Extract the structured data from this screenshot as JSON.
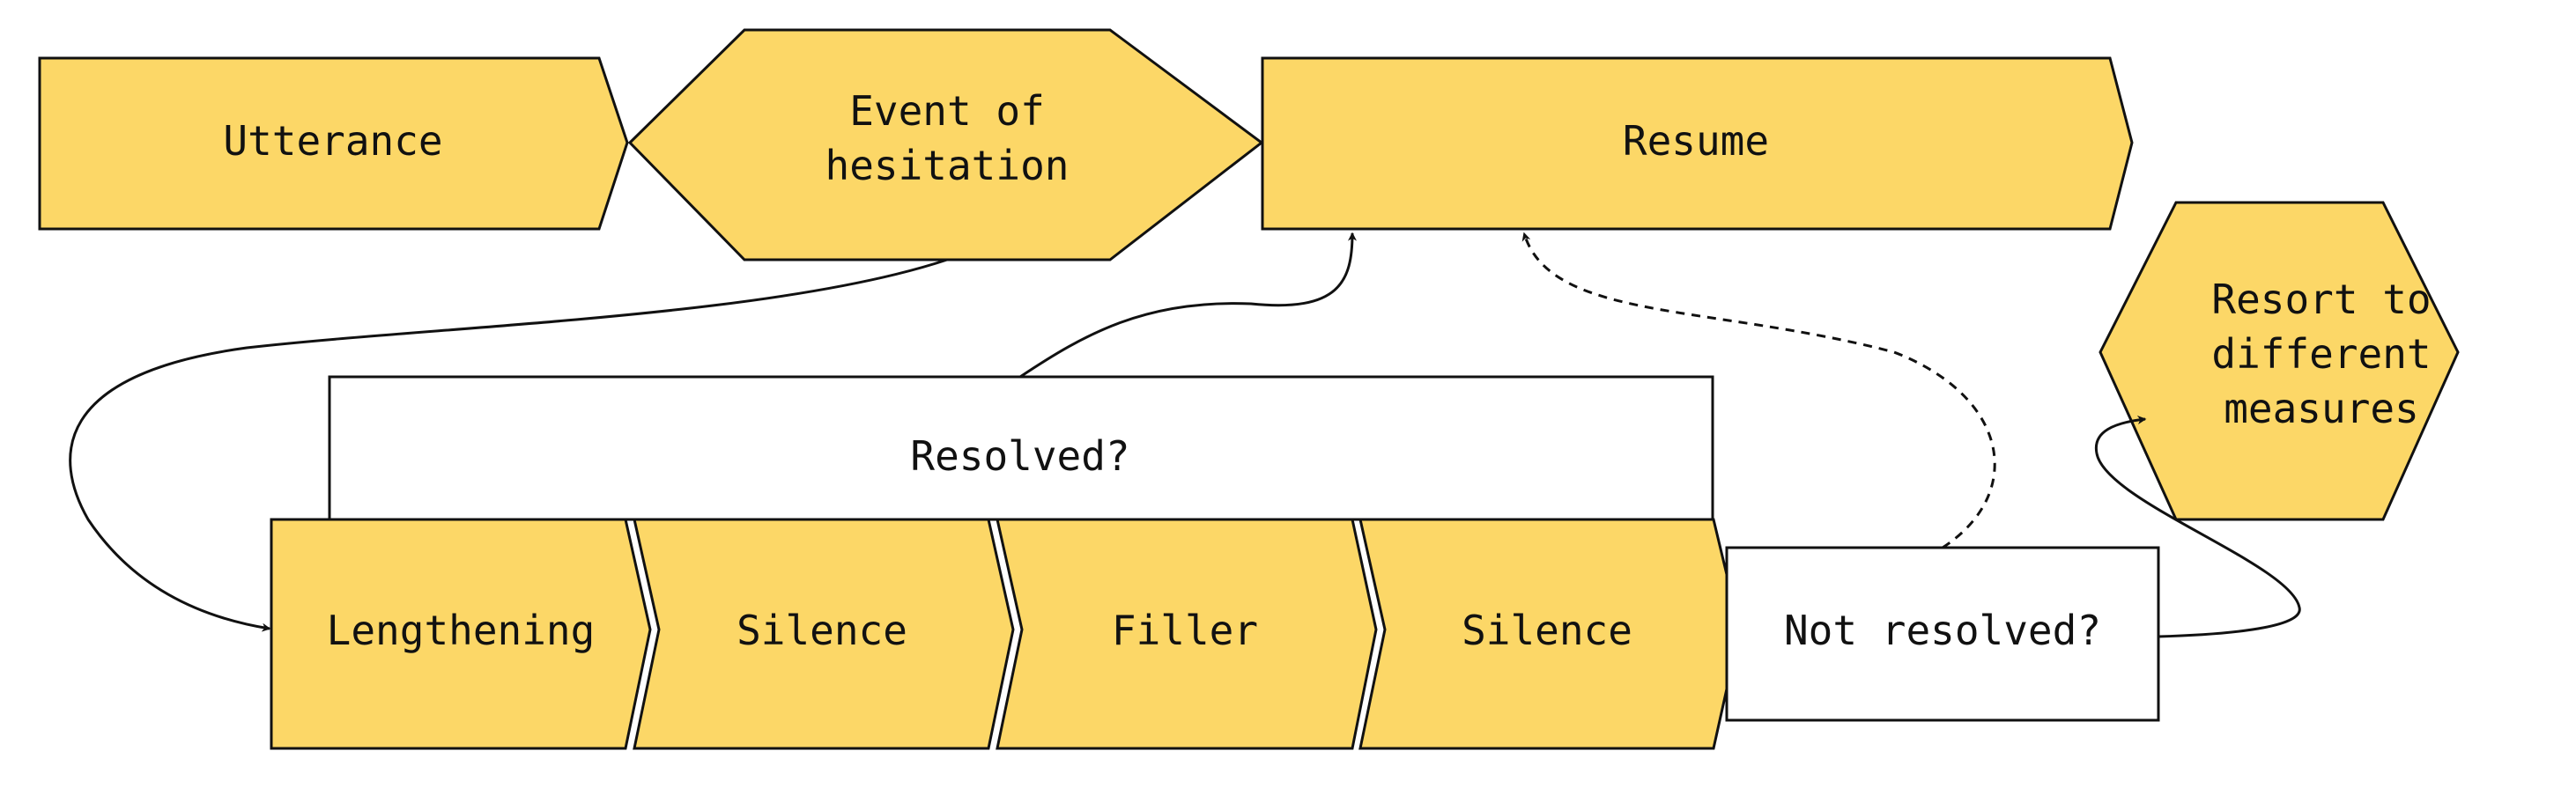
{
  "diagram": {
    "nodes": {
      "utterance": "Utterance",
      "event_line1": "Event of",
      "event_line2": "hesitation",
      "resume": "Resume",
      "resort_line1": "Resort to",
      "resort_line2": "different",
      "resort_line3": "measures",
      "resolved": "Resolved?",
      "lengthening": "Lengthening",
      "silence_1": "Silence",
      "filler": "Filler",
      "silence_2": "Silence",
      "not_resolved": "Not resolved?"
    },
    "edges": [
      {
        "from": "Event of hesitation",
        "to": "Lengthening",
        "style": "solid"
      },
      {
        "from": "Resolved?",
        "to": "Resume",
        "style": "solid"
      },
      {
        "from": "Not resolved?",
        "to": "Resume",
        "style": "dashed"
      },
      {
        "from": "Not resolved?",
        "to": "Resort to different measures",
        "style": "solid"
      }
    ],
    "colors": {
      "shape_fill": "#FCD767",
      "box_fill": "#FFFFFF",
      "stroke": "#111111"
    }
  }
}
